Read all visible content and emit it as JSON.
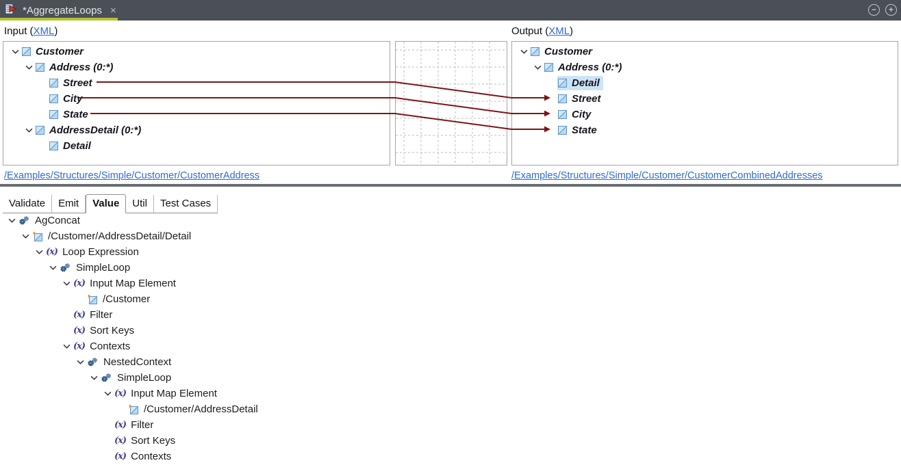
{
  "app": {
    "tab_title": "*AggregateLoops",
    "tab_close_glyph": "×",
    "zoom_out_glyph": "−",
    "zoom_in_glyph": "+"
  },
  "colors": {
    "topbar": "#4a5056",
    "accent_underline": "#b4c234",
    "mapping_line": "#7d1416",
    "link_blue": "#2e6bd0",
    "selection_blue": "#cde4f7"
  },
  "icons": {
    "fx_glyph": "(x)"
  },
  "input_panel": {
    "label_prefix": "Input (",
    "link_text": "XML",
    "label_suffix": ")",
    "path_link": "/Examples/Structures/Simple/Customer/CustomerAddress",
    "tree": [
      {
        "indent": 0,
        "expand": true,
        "icon": "element",
        "label": "Customer"
      },
      {
        "indent": 1,
        "expand": true,
        "icon": "element",
        "label": "Address (0:*)"
      },
      {
        "indent": 2,
        "expand": false,
        "icon": "element",
        "label": "Street"
      },
      {
        "indent": 2,
        "expand": false,
        "icon": "element",
        "label": "City"
      },
      {
        "indent": 2,
        "expand": false,
        "icon": "element",
        "label": "State"
      },
      {
        "indent": 1,
        "expand": true,
        "icon": "element",
        "label": "AddressDetail (0:*)"
      },
      {
        "indent": 2,
        "expand": false,
        "icon": "element",
        "label": "Detail"
      }
    ]
  },
  "output_panel": {
    "label_prefix": "Output (",
    "link_text": "XML",
    "label_suffix": ")",
    "path_link": "/Examples/Structures/Simple/Customer/CustomerCombinedAddresses",
    "tree": [
      {
        "indent": 0,
        "expand": true,
        "icon": "element",
        "label": "Customer"
      },
      {
        "indent": 1,
        "expand": true,
        "icon": "element",
        "label": "Address (0:*)"
      },
      {
        "indent": 2,
        "expand": false,
        "icon": "element",
        "label": "Detail",
        "selected": true
      },
      {
        "indent": 2,
        "expand": false,
        "icon": "element",
        "label": "Street"
      },
      {
        "indent": 2,
        "expand": false,
        "icon": "element",
        "label": "City"
      },
      {
        "indent": 2,
        "expand": false,
        "icon": "element",
        "label": "State"
      }
    ]
  },
  "mappings": [
    {
      "from": "Street",
      "to": "Street"
    },
    {
      "from": "City",
      "to": "City"
    },
    {
      "from": "State",
      "to": "State"
    }
  ],
  "tabs": [
    {
      "label": "Validate"
    },
    {
      "label": "Emit"
    },
    {
      "label": "Value",
      "active": true
    },
    {
      "label": "Util"
    },
    {
      "label": "Test Cases"
    }
  ],
  "value_tree": [
    {
      "indent": 0,
      "expand": true,
      "icon": "gears",
      "label": "AgConcat"
    },
    {
      "indent": 1,
      "expand": true,
      "icon": "mapel",
      "label": "/Customer/AddressDetail/Detail"
    },
    {
      "indent": 2,
      "expand": true,
      "icon": "fx",
      "label": "Loop Expression"
    },
    {
      "indent": 3,
      "expand": true,
      "icon": "gears",
      "label": "SimpleLoop"
    },
    {
      "indent": 4,
      "expand": true,
      "icon": "fx",
      "label": "Input Map Element"
    },
    {
      "indent": 5,
      "expand": false,
      "icon": "mapel",
      "label": "/Customer"
    },
    {
      "indent": 4,
      "expand": false,
      "icon": "fx",
      "label": "Filter"
    },
    {
      "indent": 4,
      "expand": false,
      "icon": "fx",
      "label": "Sort Keys"
    },
    {
      "indent": 4,
      "expand": true,
      "icon": "fx",
      "label": "Contexts"
    },
    {
      "indent": 5,
      "expand": true,
      "icon": "gears",
      "label": "NestedContext"
    },
    {
      "indent": 6,
      "expand": true,
      "icon": "gears",
      "label": "SimpleLoop"
    },
    {
      "indent": 7,
      "expand": true,
      "icon": "fx",
      "label": "Input Map Element"
    },
    {
      "indent": 8,
      "expand": false,
      "icon": "mapel",
      "label": "/Customer/AddressDetail"
    },
    {
      "indent": 7,
      "expand": false,
      "icon": "fx",
      "label": "Filter"
    },
    {
      "indent": 7,
      "expand": false,
      "icon": "fx",
      "label": "Sort Keys"
    },
    {
      "indent": 7,
      "expand": false,
      "icon": "fx",
      "label": "Contexts"
    }
  ]
}
